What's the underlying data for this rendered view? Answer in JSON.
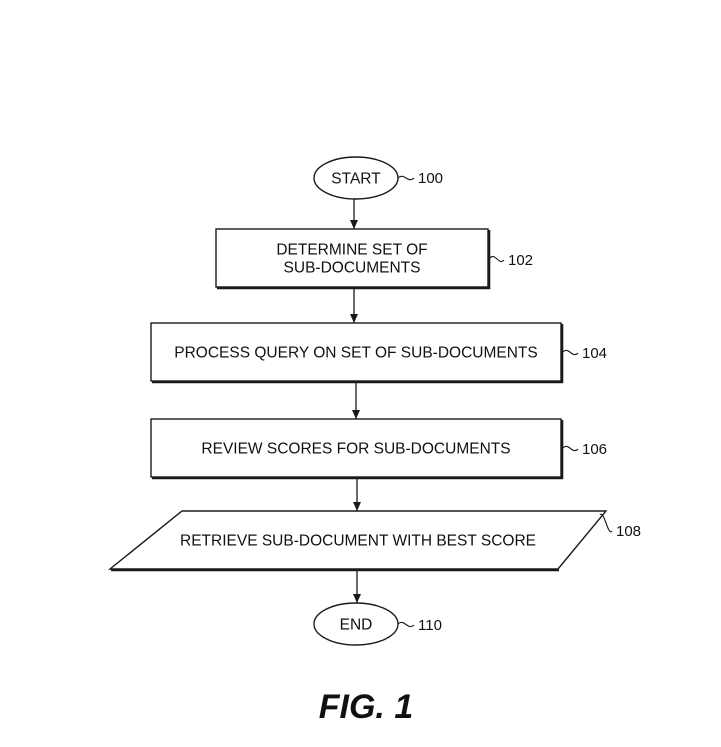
{
  "nodes": [
    {
      "id": "start",
      "shape": "oval",
      "lines": [
        "START"
      ],
      "ref": "100"
    },
    {
      "id": "determine",
      "shape": "rect",
      "lines": [
        "DETERMINE SET OF",
        "SUB-DOCUMENTS"
      ],
      "ref": "102"
    },
    {
      "id": "process",
      "shape": "rect",
      "lines": [
        "PROCESS QUERY ON SET OF SUB-DOCUMENTS"
      ],
      "ref": "104"
    },
    {
      "id": "review",
      "shape": "rect",
      "lines": [
        "REVIEW SCORES FOR SUB-DOCUMENTS"
      ],
      "ref": "106"
    },
    {
      "id": "retrieve",
      "shape": "parallelogram",
      "lines": [
        "RETRIEVE SUB-DOCUMENT WITH BEST SCORE"
      ],
      "ref": "108"
    },
    {
      "id": "end",
      "shape": "oval",
      "lines": [
        "END"
      ],
      "ref": "110"
    }
  ],
  "edges": [
    [
      "start",
      "determine"
    ],
    [
      "determine",
      "process"
    ],
    [
      "process",
      "review"
    ],
    [
      "review",
      "retrieve"
    ],
    [
      "retrieve",
      "end"
    ]
  ],
  "figure_label": "FIG. 1"
}
